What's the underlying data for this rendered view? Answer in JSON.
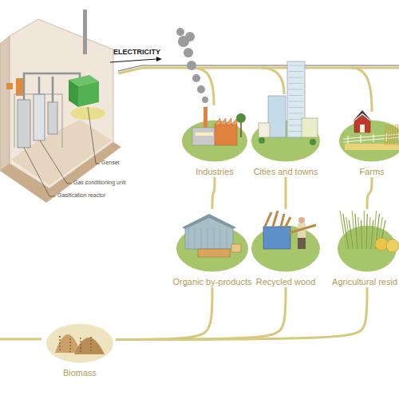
{
  "diagram": {
    "nodes": [
      {
        "text": [
          "Industries"
        ]
      },
      {
        "text": [
          "Cities and towns"
        ]
      },
      {
        "text": [
          "Farms"
        ]
      },
      {
        "text": [
          "Organic by-products"
        ]
      },
      {
        "text": [
          "Recycled wood"
        ]
      },
      {
        "text": [
          "Agricultural resid"
        ]
      },
      {
        "text": [
          "Biomass"
        ]
      }
    ],
    "edges": [
      {
        "from": 0,
        "to": 3,
        "arrow": "none"
      },
      {
        "from": 1,
        "to": 4,
        "arrow": "none"
      },
      {
        "from": 2,
        "to": 5,
        "arrow": "none"
      },
      {
        "from": 3,
        "to": 6,
        "arrow": "none"
      },
      {
        "from": 4,
        "to": 6,
        "arrow": "none"
      },
      {
        "from": 5,
        "to": 6,
        "arrow": "none"
      }
    ],
    "labels": [
      "ELECTRICITY",
      "Genset",
      "Gas conditioning unit",
      "Gasification reactor"
    ]
  }
}
